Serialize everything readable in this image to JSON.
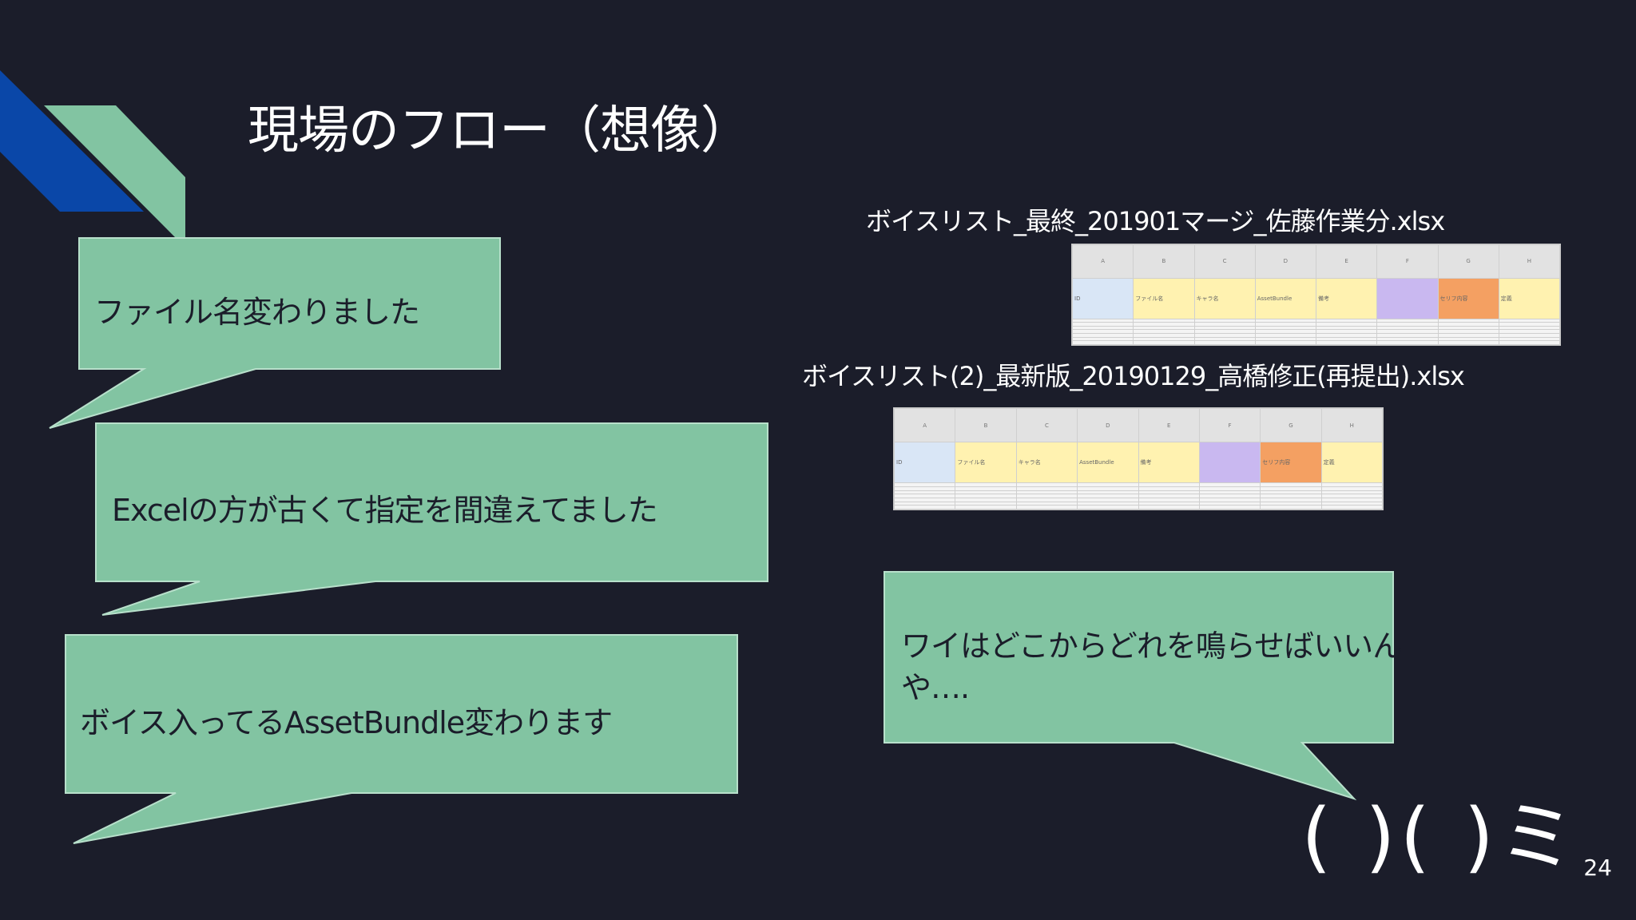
{
  "slide": {
    "title": "現場のフロー（想像）",
    "page_number": "24"
  },
  "colors": {
    "background": "#1b1d2a",
    "bubble": "#82c4a2",
    "bubble_text": "#1b1d2a",
    "accent_blue": "#0a47a8",
    "accent_green": "#82c4a2"
  },
  "bubbles": [
    {
      "text": "ファイル名変わりました"
    },
    {
      "text": "Excelの方が古くて指定を間違えてました"
    },
    {
      "text": "ボイス入ってるAssetBundle変わります"
    },
    {
      "text_line1": "ワイはどこからどれを鳴らせばいいん",
      "text_line2": "や…."
    }
  ],
  "files": [
    {
      "name": "ボイスリスト_最終_201901マージ_佐藤作業分.xlsx",
      "columns": [
        "ID",
        "ファイル名",
        "キャラ名",
        "AssetBundle",
        "備考",
        "",
        "セリフ内容",
        "定義"
      ]
    },
    {
      "name": "ボイスリスト(2)_最新版_20190129_高橋修正(再提出).xlsx",
      "columns": [
        "ID",
        "ファイル名",
        "キャラ名",
        "AssetBundle",
        "備考",
        "",
        "セリフ内容",
        "定義"
      ]
    }
  ],
  "face": "(  )(  )ミ"
}
